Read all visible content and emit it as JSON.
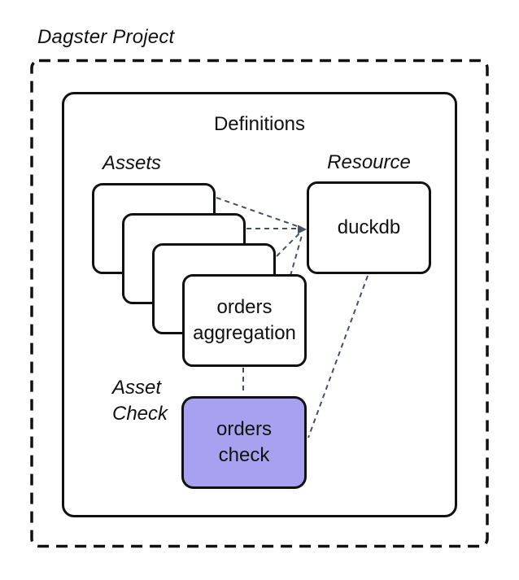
{
  "labels": {
    "project": "Dagster Project",
    "definitions": "Definitions",
    "assets": "Assets",
    "resource": "Resource",
    "asset_check": "Asset\nCheck"
  },
  "nodes": {
    "orders_aggregation": "orders\naggregation",
    "duckdb": "duckdb",
    "orders_check": "orders\ncheck"
  },
  "colors": {
    "asset_check_fill": "#a8a1f0",
    "connector": "#475061",
    "box_border": "#111111",
    "ink": "#111111",
    "background": "#ffffff"
  }
}
